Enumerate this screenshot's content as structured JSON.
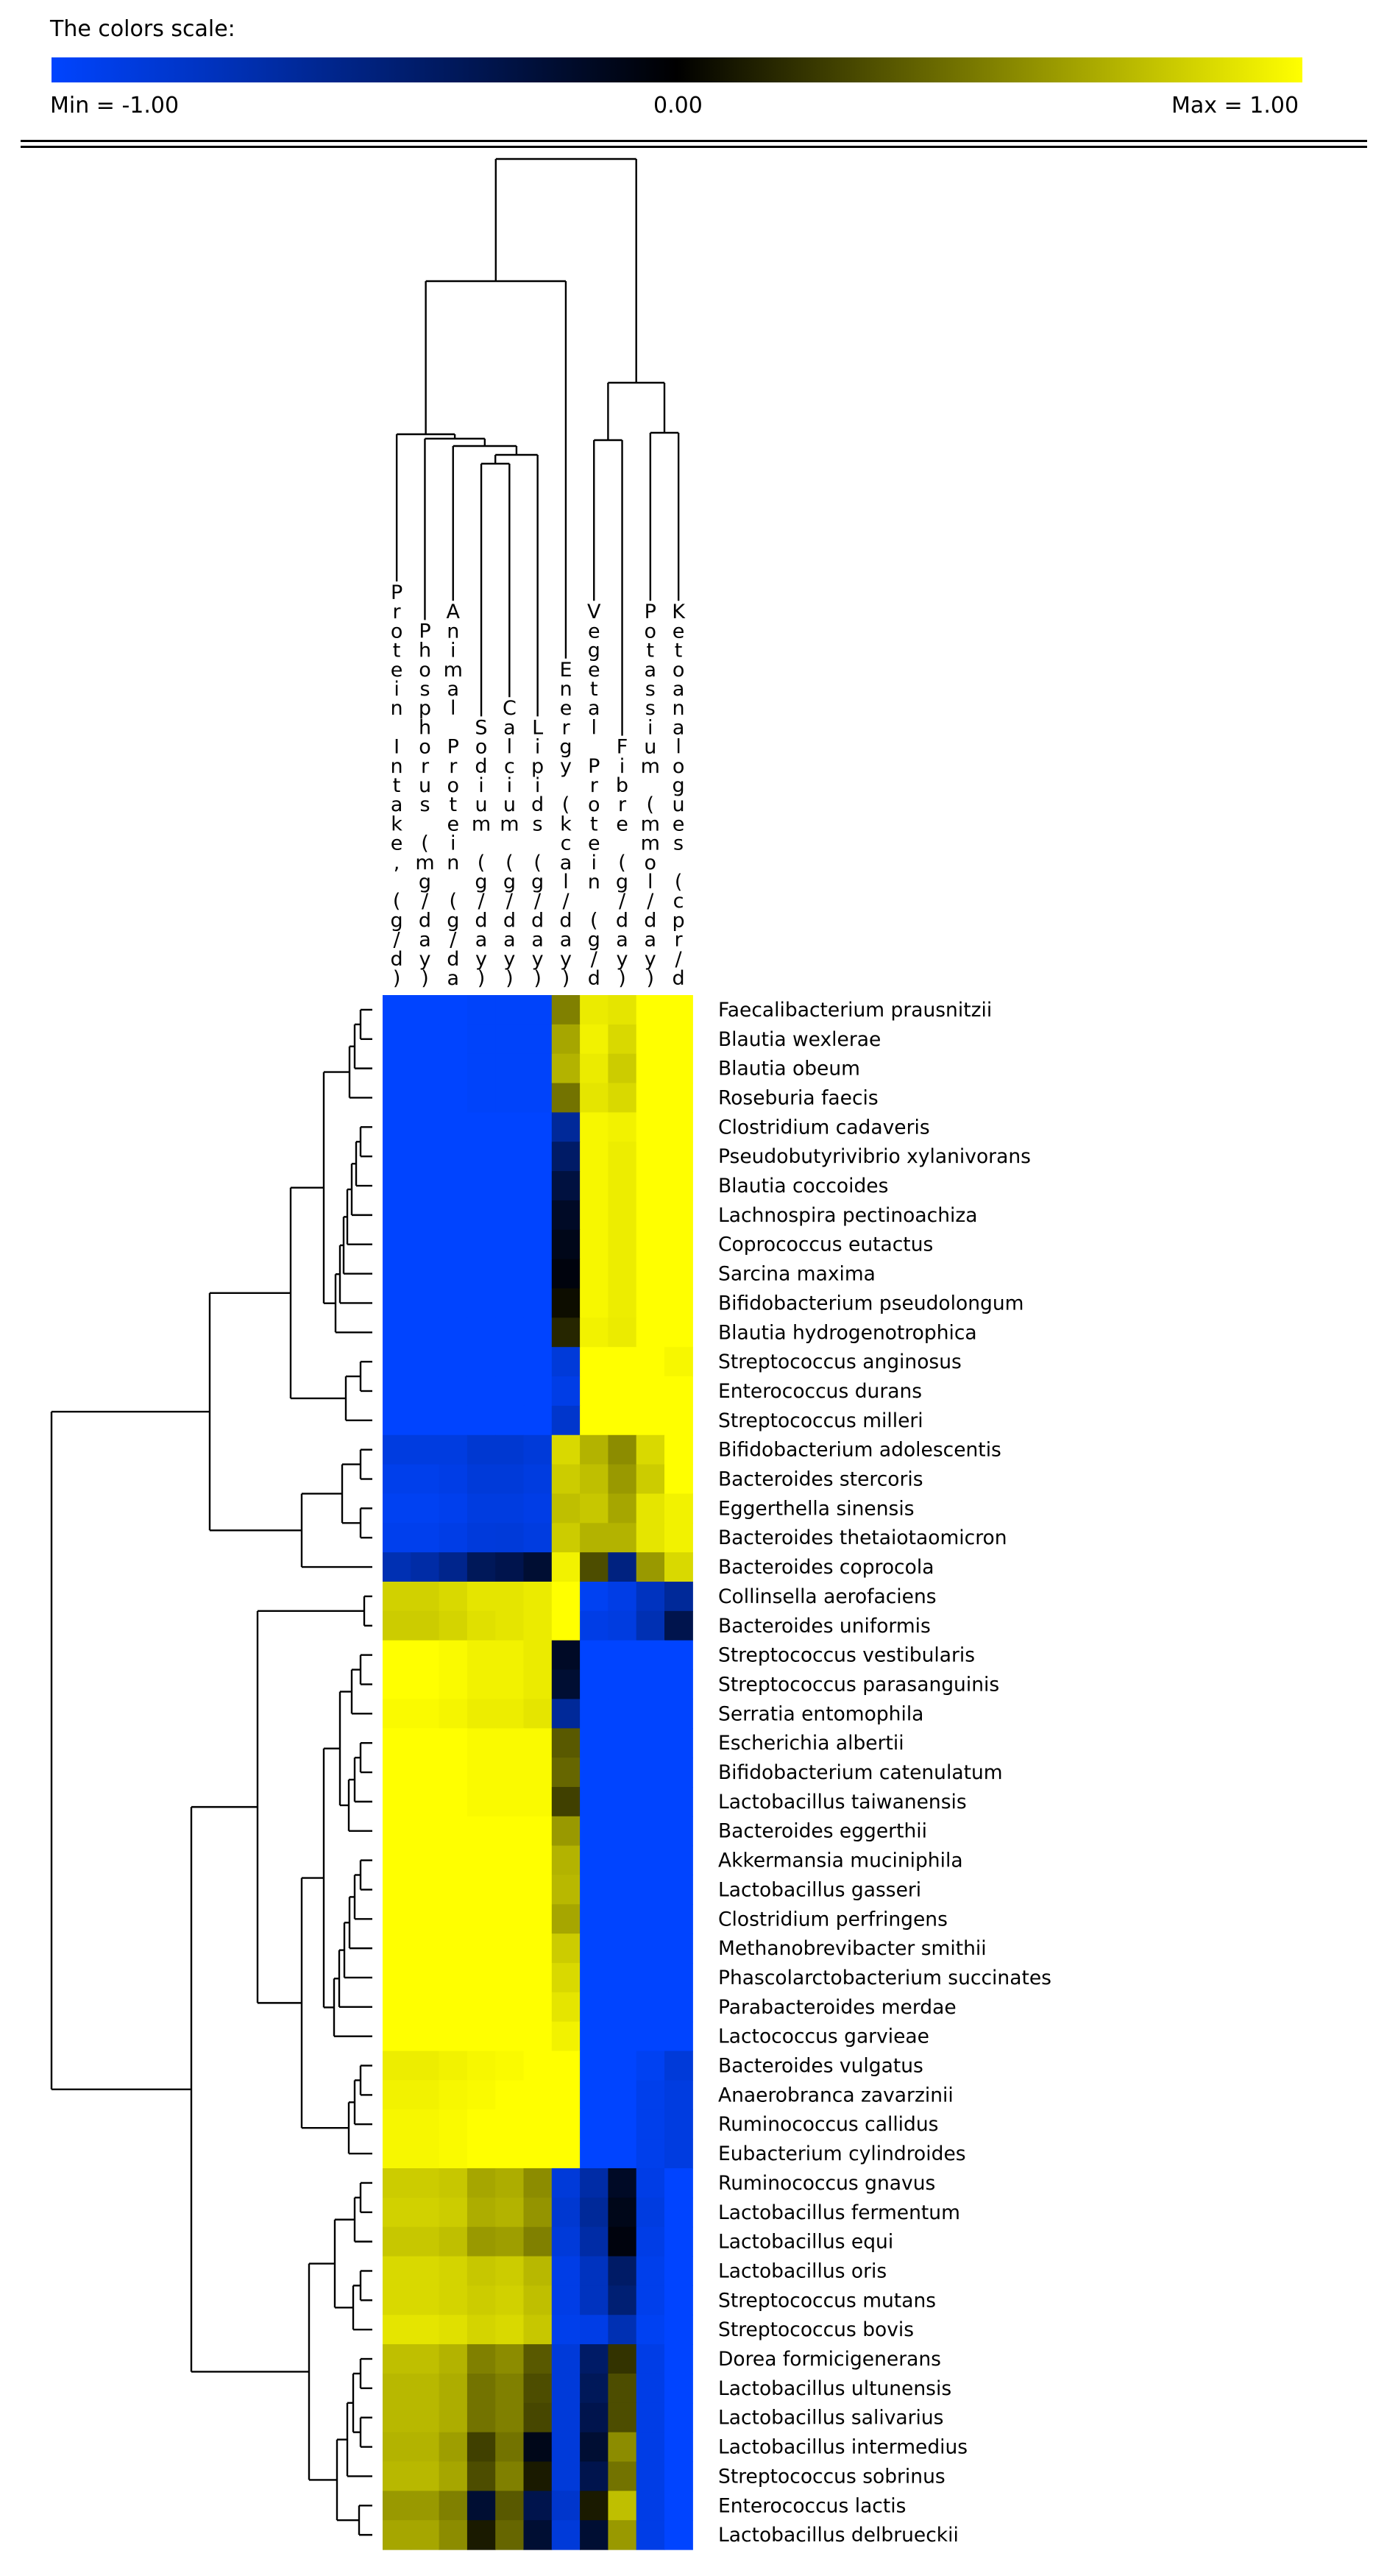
{
  "color_scale": {
    "title": "The colors scale:",
    "min_label": "Min = -1.00",
    "mid_label": "0.00",
    "max_label": "Max = 1.00",
    "colors": {
      "min": "#0044ff",
      "mid": "#000000",
      "max": "#ffff00"
    }
  },
  "chart_data": {
    "type": "heatmap",
    "value_range": [
      -1,
      1
    ],
    "columns": [
      "Protein Intake, (g/d)",
      "Phosphorus (mg/day)",
      "Animal Protein (g/da",
      "Sodium (g/day)",
      "Calcium (g/day)",
      "Lipids (g/day)",
      "Energy (kcal/day)",
      "Vegetal Protein (g/d",
      "Fibre (g/day)",
      "Potassium (mmol/day)",
      "Ketoanalogues (cpr/d"
    ],
    "rows": [
      "Faecalibacterium prausnitzii",
      "Blautia wexlerae",
      "Blautia obeum",
      "Roseburia faecis",
      "Clostridium cadaveris",
      "Pseudobutyrivibrio xylanivorans",
      "Blautia coccoides",
      "Lachnospira pectinoachiza",
      "Coprococcus eutactus",
      "Sarcina maxima",
      "Bifidobacterium pseudolongum",
      "Blautia hydrogenotrophica",
      "Streptococcus anginosus",
      "Enterococcus durans",
      "Streptococcus milleri",
      "Bifidobacterium adolescentis",
      "Bacteroides stercoris",
      "Eggerthella sinensis",
      "Bacteroides thetaiotaomicron",
      "Bacteroides coprocola",
      "Collinsella aerofaciens",
      "Bacteroides uniformis",
      "Streptococcus vestibularis",
      "Streptococcus parasanguinis",
      "Serratia entomophila",
      "Escherichia albertii",
      "Bifidobacterium catenulatum",
      "Lactobacillus taiwanensis",
      "Bacteroides eggerthii",
      "Akkermansia muciniphila",
      "Lactobacillus gasseri",
      "Clostridium perfringens",
      "Methanobrevibacter smithii",
      "Phascolarctobacterium succinates",
      "Parabacteroides merdae",
      "Lactococcus garvieae",
      "Bacteroides vulgatus",
      "Anaerobranca zavarzinii",
      "Ruminococcus callidus",
      "Eubacterium cylindroides",
      "Ruminococcus gnavus",
      "Lactobacillus fermentum",
      "Lactobacillus equi",
      "Lactobacillus oris",
      "Streptococcus mutans",
      "Streptococcus bovis",
      "Dorea formicigenerans",
      "Lactobacillus ultunensis",
      "Lactobacillus salivarius",
      "Lactobacillus intermedius",
      "Streptococcus sobrinus",
      "Enterococcus lactis",
      "Lactobacillus delbrueckii"
    ],
    "values": [
      [
        -1,
        -1,
        -1,
        -0.98,
        -0.98,
        -0.98,
        0.5,
        0.92,
        0.9,
        1,
        1
      ],
      [
        -1,
        -1,
        -1,
        -0.98,
        -0.98,
        -0.98,
        0.65,
        0.95,
        0.85,
        1,
        1
      ],
      [
        -1,
        -1,
        -1,
        -0.98,
        -0.98,
        -0.98,
        0.7,
        0.92,
        0.8,
        1,
        1
      ],
      [
        -1,
        -1,
        -1,
        -0.98,
        -0.98,
        -0.98,
        0.45,
        0.9,
        0.85,
        1,
        1
      ],
      [
        -1,
        -1,
        -1,
        -1,
        -1,
        -1,
        -0.6,
        0.97,
        0.95,
        1,
        1
      ],
      [
        -1,
        -1,
        -1,
        -1,
        -1,
        -1,
        -0.4,
        0.97,
        0.93,
        1,
        1
      ],
      [
        -1,
        -1,
        -1,
        -1,
        -1,
        -1,
        -0.25,
        0.97,
        0.93,
        1,
        1
      ],
      [
        -1,
        -1,
        -1,
        -1,
        -1,
        -1,
        -0.15,
        0.97,
        0.93,
        1,
        1
      ],
      [
        -1,
        -1,
        -1,
        -1,
        -1,
        -1,
        -0.1,
        0.97,
        0.93,
        1,
        1
      ],
      [
        -1,
        -1,
        -1,
        -1,
        -1,
        -1,
        -0.05,
        0.97,
        0.93,
        1,
        1
      ],
      [
        -1,
        -1,
        -1,
        -1,
        -1,
        -1,
        0.05,
        0.97,
        0.93,
        1,
        1
      ],
      [
        -1,
        -1,
        -1,
        -1,
        -1,
        -1,
        0.15,
        0.95,
        0.92,
        1,
        1
      ],
      [
        -1,
        -1,
        -1,
        -1,
        -1,
        -1,
        -0.85,
        1,
        1,
        1,
        0.97
      ],
      [
        -1,
        -1,
        -1,
        -1,
        -1,
        -1,
        -0.9,
        1,
        1,
        1,
        1
      ],
      [
        -1,
        -1,
        -1,
        -1,
        -1,
        -1,
        -0.8,
        1,
        1,
        1,
        1
      ],
      [
        -0.88,
        -0.88,
        -0.88,
        -0.82,
        -0.82,
        -0.85,
        0.85,
        0.7,
        0.55,
        0.85,
        1
      ],
      [
        -0.92,
        -0.92,
        -0.9,
        -0.85,
        -0.85,
        -0.88,
        0.8,
        0.75,
        0.6,
        0.8,
        1
      ],
      [
        -0.95,
        -0.95,
        -0.93,
        -0.88,
        -0.88,
        -0.9,
        0.75,
        0.78,
        0.65,
        0.9,
        0.95
      ],
      [
        -0.93,
        -0.93,
        -0.9,
        -0.86,
        -0.85,
        -0.88,
        0.8,
        0.7,
        0.7,
        0.9,
        0.95
      ],
      [
        -0.7,
        -0.65,
        -0.55,
        -0.35,
        -0.3,
        -0.2,
        0.95,
        0.3,
        -0.5,
        0.6,
        0.85
      ],
      [
        0.82,
        0.82,
        0.85,
        0.9,
        0.9,
        0.92,
        1,
        -0.95,
        -0.9,
        -0.75,
        -0.6
      ],
      [
        0.8,
        0.8,
        0.83,
        0.88,
        0.9,
        0.92,
        1,
        -0.9,
        -0.88,
        -0.7,
        -0.3
      ],
      [
        1,
        1,
        0.98,
        0.95,
        0.95,
        0.92,
        -0.15,
        -1,
        -1,
        -1,
        -1
      ],
      [
        1,
        1,
        0.98,
        0.95,
        0.95,
        0.92,
        -0.2,
        -1,
        -1,
        -1,
        -1
      ],
      [
        0.98,
        0.98,
        0.96,
        0.93,
        0.93,
        0.9,
        -0.6,
        -1,
        -1,
        -1,
        -1
      ],
      [
        1,
        1,
        1,
        0.98,
        0.98,
        0.98,
        0.35,
        -1,
        -1,
        -1,
        -1
      ],
      [
        1,
        1,
        1,
        0.98,
        0.98,
        0.98,
        0.4,
        -1,
        -1,
        -1,
        -1
      ],
      [
        1,
        1,
        1,
        0.98,
        0.98,
        0.98,
        0.25,
        -1,
        -1,
        -1,
        -1
      ],
      [
        1,
        1,
        1,
        1,
        1,
        1,
        0.6,
        -1,
        -1,
        -1,
        -1
      ],
      [
        1,
        1,
        1,
        1,
        1,
        1,
        0.7,
        -1,
        -1,
        -1,
        -1
      ],
      [
        1,
        1,
        1,
        1,
        1,
        1,
        0.72,
        -1,
        -1,
        -1,
        -1
      ],
      [
        1,
        1,
        1,
        1,
        1,
        1,
        0.65,
        -1,
        -1,
        -1,
        -1
      ],
      [
        1,
        1,
        1,
        1,
        1,
        1,
        0.8,
        -1,
        -1,
        -1,
        -1
      ],
      [
        1,
        1,
        1,
        1,
        1,
        1,
        0.85,
        -1,
        -1,
        -1,
        -1
      ],
      [
        1,
        1,
        1,
        1,
        1,
        1,
        0.9,
        -1,
        -1,
        -1,
        -1
      ],
      [
        1,
        1,
        1,
        1,
        1,
        1,
        0.95,
        -1,
        -1,
        -1,
        -1
      ],
      [
        0.93,
        0.93,
        0.95,
        0.97,
        0.98,
        1,
        1,
        -1,
        -1,
        -0.95,
        -0.85
      ],
      [
        0.95,
        0.95,
        0.97,
        0.98,
        1,
        1,
        1,
        -1,
        -1,
        -0.92,
        -0.88
      ],
      [
        0.97,
        0.97,
        0.98,
        1,
        1,
        1,
        1,
        -1,
        -1,
        -0.92,
        -0.88
      ],
      [
        0.97,
        0.97,
        0.98,
        1,
        1,
        1,
        1,
        -1,
        -1,
        -0.92,
        -0.88
      ],
      [
        0.8,
        0.8,
        0.78,
        0.65,
        0.68,
        0.55,
        -0.85,
        -0.65,
        -0.15,
        -0.9,
        -1
      ],
      [
        0.82,
        0.82,
        0.8,
        0.68,
        0.7,
        0.58,
        -0.82,
        -0.6,
        -0.1,
        -0.88,
        -1
      ],
      [
        0.78,
        0.78,
        0.75,
        0.6,
        0.62,
        0.5,
        -0.85,
        -0.65,
        -0.05,
        -0.9,
        -1
      ],
      [
        0.85,
        0.85,
        0.83,
        0.78,
        0.8,
        0.72,
        -0.9,
        -0.75,
        -0.4,
        -0.92,
        -1
      ],
      [
        0.85,
        0.85,
        0.83,
        0.8,
        0.82,
        0.75,
        -0.9,
        -0.75,
        -0.45,
        -0.92,
        -1
      ],
      [
        0.9,
        0.9,
        0.88,
        0.83,
        0.85,
        0.78,
        -0.92,
        -0.9,
        -0.7,
        -0.95,
        -1
      ],
      [
        0.75,
        0.75,
        0.7,
        0.5,
        0.55,
        0.35,
        -0.85,
        -0.4,
        0.2,
        -0.9,
        -1
      ],
      [
        0.72,
        0.72,
        0.68,
        0.45,
        0.5,
        0.3,
        -0.85,
        -0.35,
        0.3,
        -0.9,
        -1
      ],
      [
        0.72,
        0.72,
        0.68,
        0.45,
        0.5,
        0.28,
        -0.85,
        -0.3,
        0.3,
        -0.9,
        -1
      ],
      [
        0.7,
        0.7,
        0.62,
        0.25,
        0.45,
        -0.1,
        -0.85,
        -0.2,
        0.55,
        -0.9,
        -1
      ],
      [
        0.72,
        0.72,
        0.65,
        0.3,
        0.5,
        0.1,
        -0.85,
        -0.3,
        0.45,
        -0.9,
        -1
      ],
      [
        0.6,
        0.6,
        0.5,
        -0.2,
        0.35,
        -0.3,
        -0.8,
        0.1,
        0.75,
        -0.9,
        -1
      ],
      [
        0.65,
        0.65,
        0.55,
        0.1,
        0.4,
        -0.2,
        -0.85,
        -0.2,
        0.6,
        -0.9,
        -1
      ]
    ]
  }
}
